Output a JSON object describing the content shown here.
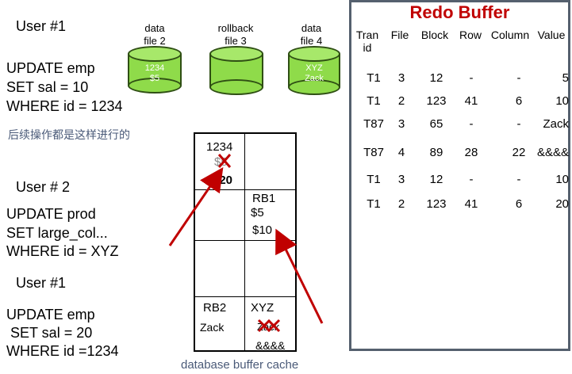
{
  "left": {
    "user1_a": "User #1",
    "sql1": [
      "UPDATE emp",
      "SET sal = 10",
      "WHERE id = 1234"
    ],
    "note": "后续操作都是这样进行的",
    "user2": "User # 2",
    "sql2": [
      "UPDATE prod",
      "SET large_col...",
      "WHERE id = XYZ"
    ],
    "user1_b": "User #1",
    "sql3": [
      "UPDATE emp",
      " SET sal = 20",
      "WHERE id =1234"
    ]
  },
  "files": [
    {
      "label": "data\nfile 2",
      "content": "1234\n$5"
    },
    {
      "label": "rollback\nfile 3",
      "content": ""
    },
    {
      "label": "data\nfile 4",
      "content": "XYZ\nZack"
    }
  ],
  "cache": {
    "caption": "database buffer cache",
    "c1_key": "1234",
    "c1_old": "$5",
    "c1_new": "$20",
    "rb1_label": "RB1",
    "rb1_v1": "$5",
    "rb1_v2": "$10",
    "rb2_label": "RB2",
    "rb2_val": "Zack",
    "xyz_label": "XYZ",
    "xyz_old": "Zack",
    "xyz_new": "&&&&"
  },
  "redo": {
    "title": "Redo Buffer",
    "columns": [
      "Tran\nid",
      "File",
      "Block",
      "Row",
      "Column",
      "Value"
    ],
    "rows": [
      [
        "T1",
        "3",
        "12",
        "-",
        "-",
        "5"
      ],
      [
        "T1",
        "2",
        "123",
        "41",
        "6",
        "10"
      ],
      [
        "T87",
        "3",
        "65",
        "-",
        "-",
        "Zack"
      ],
      [
        "T87",
        "4",
        "89",
        "28",
        "22",
        "&&&&"
      ],
      [
        "T1",
        "3",
        "12",
        "-",
        "-",
        "10"
      ],
      [
        "T1",
        "2",
        "123",
        "41",
        "6",
        "20"
      ]
    ]
  },
  "colors": {
    "cylinder": "#8fdb4a",
    "arrow": "#c00000",
    "title": "#c00000",
    "note": "#4a5a78"
  }
}
